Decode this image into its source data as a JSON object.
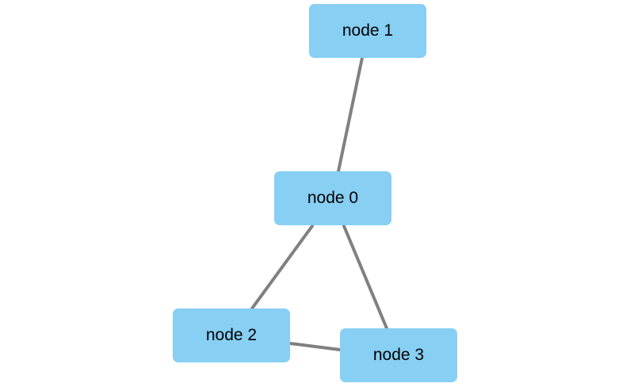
{
  "diagram": {
    "nodes": [
      {
        "id": "n0",
        "label": "node 0"
      },
      {
        "id": "n1",
        "label": "node 1"
      },
      {
        "id": "n2",
        "label": "node 2"
      },
      {
        "id": "n3",
        "label": "node 3"
      }
    ],
    "edges": [
      {
        "from": "n0",
        "to": "n1"
      },
      {
        "from": "n0",
        "to": "n2"
      },
      {
        "from": "n0",
        "to": "n3"
      },
      {
        "from": "n2",
        "to": "n3"
      }
    ],
    "colors": {
      "node_fill": "#87cff3",
      "edge": "#808080",
      "text": "#000000"
    }
  }
}
